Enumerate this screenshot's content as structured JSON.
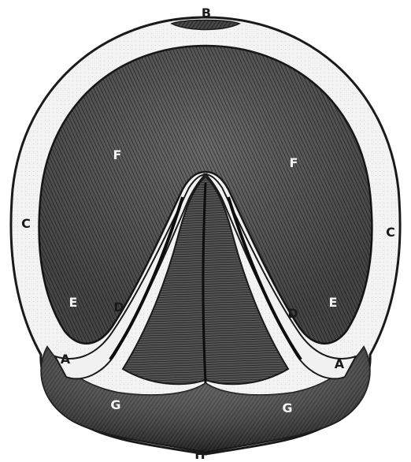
{
  "figure": {
    "labels": {
      "top": "B",
      "bottom": "H",
      "wall_left": "C",
      "wall_right": "C",
      "sole_left": "F",
      "sole_right": "F",
      "bar_left": "D",
      "bar_right": "D",
      "seat_left": "E",
      "seat_right": "E",
      "heel_left": "A",
      "heel_right": "A",
      "bulb_left": "G",
      "bulb_right": "G"
    },
    "colors": {
      "ink": "#1a1a1a",
      "paper": "#ffffff",
      "wall_fill": "#f1f1f1",
      "sole_fill": "#4a4a4a",
      "frog_fill": "#3a3a3a"
    }
  }
}
